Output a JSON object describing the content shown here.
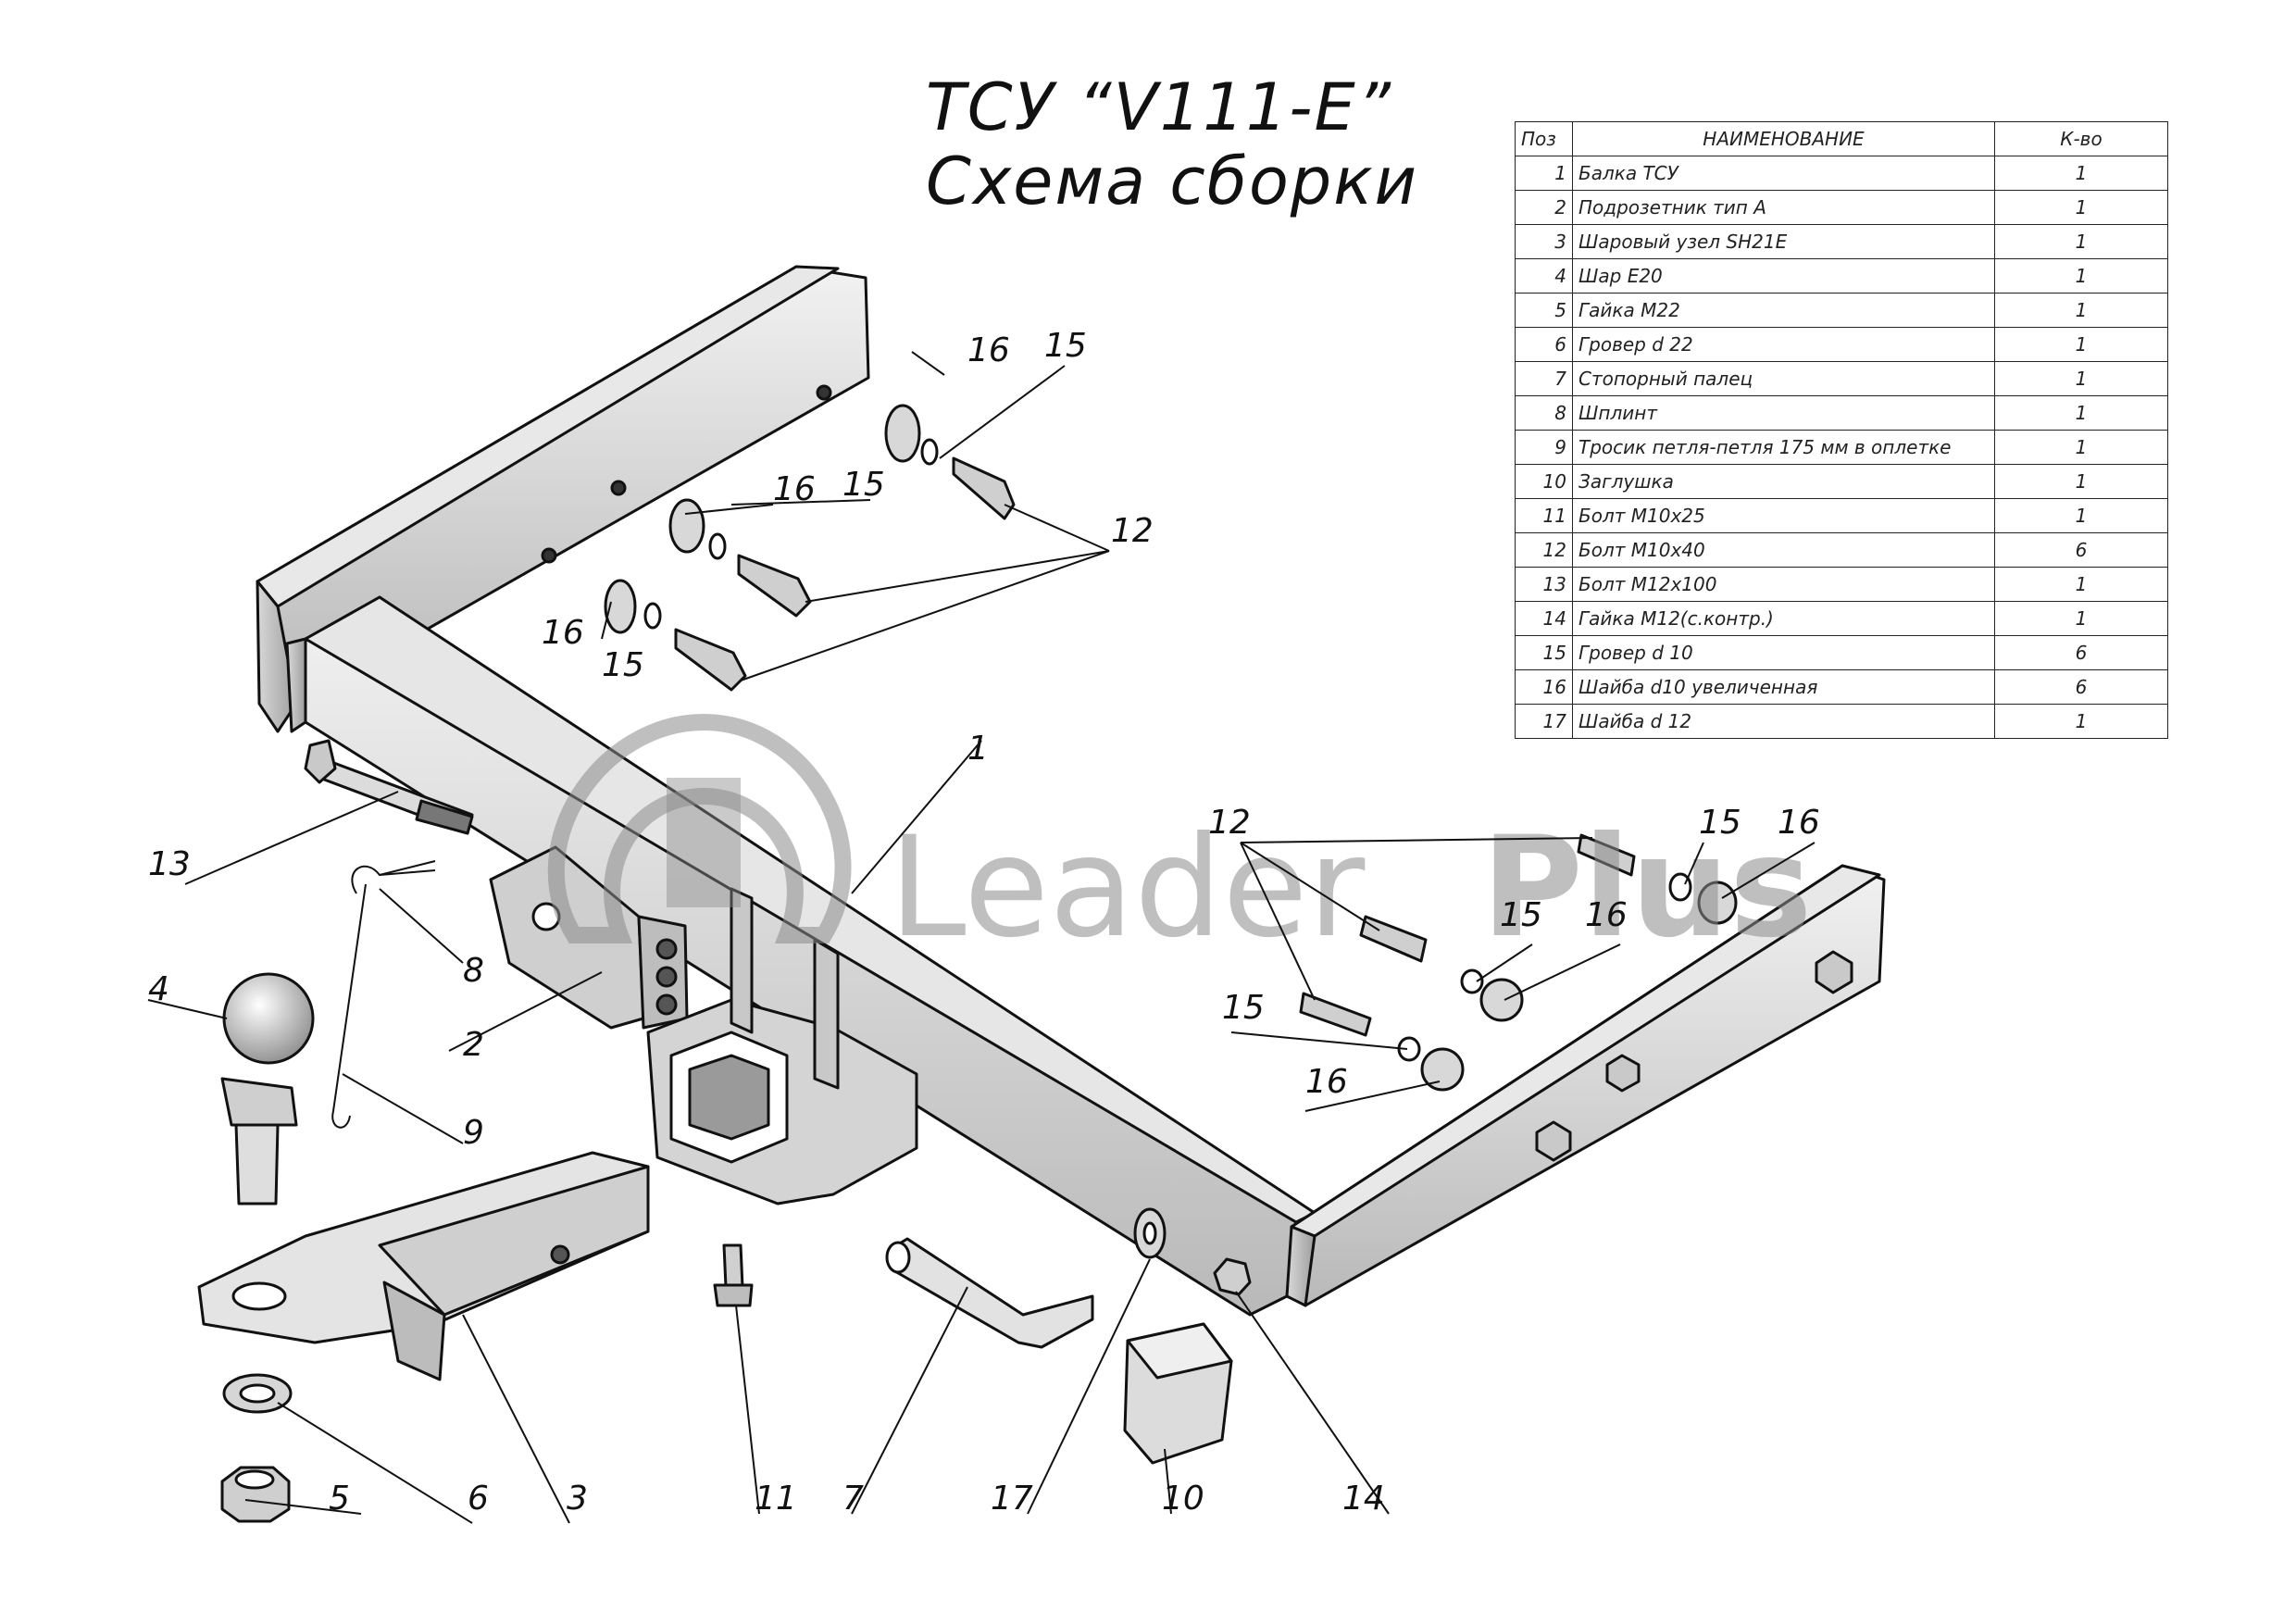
{
  "title": {
    "line1": "ТСУ “V111-E”",
    "line2": "Схема сборки"
  },
  "watermark": {
    "text": "Leader",
    "bold": "Plus"
  },
  "parts_table": {
    "headers": [
      "Поз",
      "НАИМЕНОВАНИЕ",
      "К-во"
    ],
    "rows": [
      {
        "pos": "1",
        "name": "Балка ТСУ",
        "qty": "1"
      },
      {
        "pos": "2",
        "name": "Подрозетник тип А",
        "qty": "1"
      },
      {
        "pos": "3",
        "name": "Шаровый узел SH21E",
        "qty": "1"
      },
      {
        "pos": "4",
        "name": "Шар Е20",
        "qty": "1"
      },
      {
        "pos": "5",
        "name": "Гайка М22",
        "qty": "1"
      },
      {
        "pos": "6",
        "name": "Гровер d 22",
        "qty": "1"
      },
      {
        "pos": "7",
        "name": "Стопорный палец",
        "qty": "1"
      },
      {
        "pos": "8",
        "name": "Шплинт",
        "qty": "1"
      },
      {
        "pos": "9",
        "name": "Тросик петля-петля 175 мм в оплетке",
        "qty": "1"
      },
      {
        "pos": "10",
        "name": "Заглушка",
        "qty": "1"
      },
      {
        "pos": "11",
        "name": "Болт М10х25",
        "qty": "1"
      },
      {
        "pos": "12",
        "name": "Болт М10х40",
        "qty": "6"
      },
      {
        "pos": "13",
        "name": "Болт М12х100",
        "qty": "1"
      },
      {
        "pos": "14",
        "name": "Гайка М12(с.контр.)",
        "qty": "1"
      },
      {
        "pos": "15",
        "name": "Гровер d 10",
        "qty": "6"
      },
      {
        "pos": "16",
        "name": "Шайба d10 увеличенная",
        "qty": "6"
      },
      {
        "pos": "17",
        "name": "Шайба d 12",
        "qty": "1"
      }
    ]
  },
  "callouts": [
    "1",
    "2",
    "3",
    "4",
    "5",
    "6",
    "7",
    "8",
    "9",
    "10",
    "11",
    "12",
    "13",
    "14",
    "15",
    "16",
    "17"
  ]
}
